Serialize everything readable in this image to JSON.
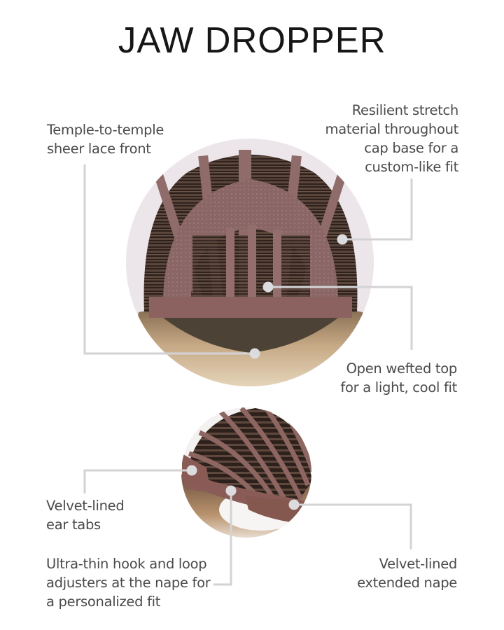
{
  "title": "JAW DROPPER",
  "colors": {
    "connector_line": "#d3d3d6",
    "connector_dot": "#dcdcde",
    "label_text": "#4a4a4a",
    "title_text": "#161616",
    "cap_backdrop": "#ece6ea",
    "cap_mesh": "#8f6a6a",
    "cap_weft": "#3a2a24",
    "hair_blonde": "#c9ad86"
  },
  "images": {
    "top_view": {
      "alt": "wig cap interior top view",
      "icon": "wig-cap-front-photo"
    },
    "back_view": {
      "alt": "wig cap interior back view",
      "icon": "wig-cap-back-photo"
    }
  },
  "callouts": [
    {
      "id": "lace-front",
      "lines": [
        "Temple-to-temple",
        "sheer lace front"
      ]
    },
    {
      "id": "stretch-material",
      "lines": [
        "Resilient stretch",
        "material throughout",
        "cap base for a",
        "custom-like fit"
      ]
    },
    {
      "id": "wefted-top",
      "lines": [
        "Open wefted top",
        "for a light, cool fit"
      ]
    },
    {
      "id": "ear-tabs",
      "lines": [
        "Velvet-lined",
        "ear tabs"
      ]
    },
    {
      "id": "adjusters",
      "lines": [
        "Ultra-thin hook and loop",
        "adjusters at the nape for",
        "a personalized fit"
      ]
    },
    {
      "id": "extended-nape",
      "lines": [
        "Velvet-lined",
        "extended nape"
      ]
    }
  ]
}
